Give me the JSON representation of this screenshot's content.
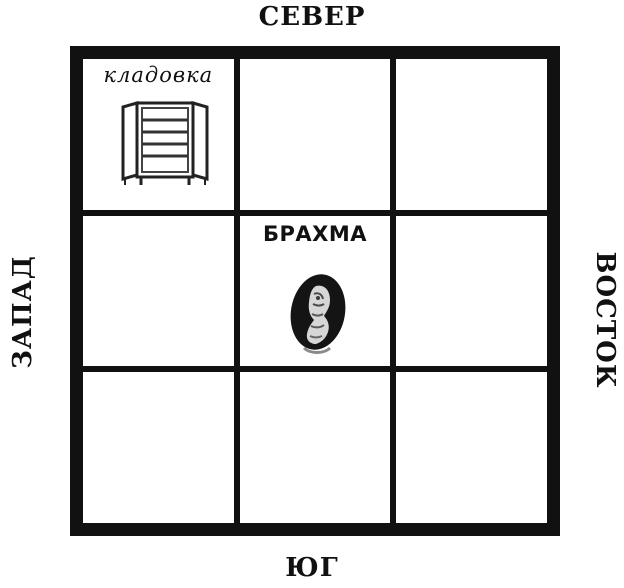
{
  "directions": {
    "north": "СЕВЕР",
    "south": "ЮГ",
    "west": "ЗАПАД",
    "east": "ВОСТОК"
  },
  "rooms": {
    "storage": {
      "label": "кладовка",
      "icon": "cabinet-icon"
    },
    "center": {
      "label": "БРАХМА",
      "icon": "brahma-statue-icon"
    }
  },
  "grid": {
    "rows": 3,
    "cols": 3
  }
}
